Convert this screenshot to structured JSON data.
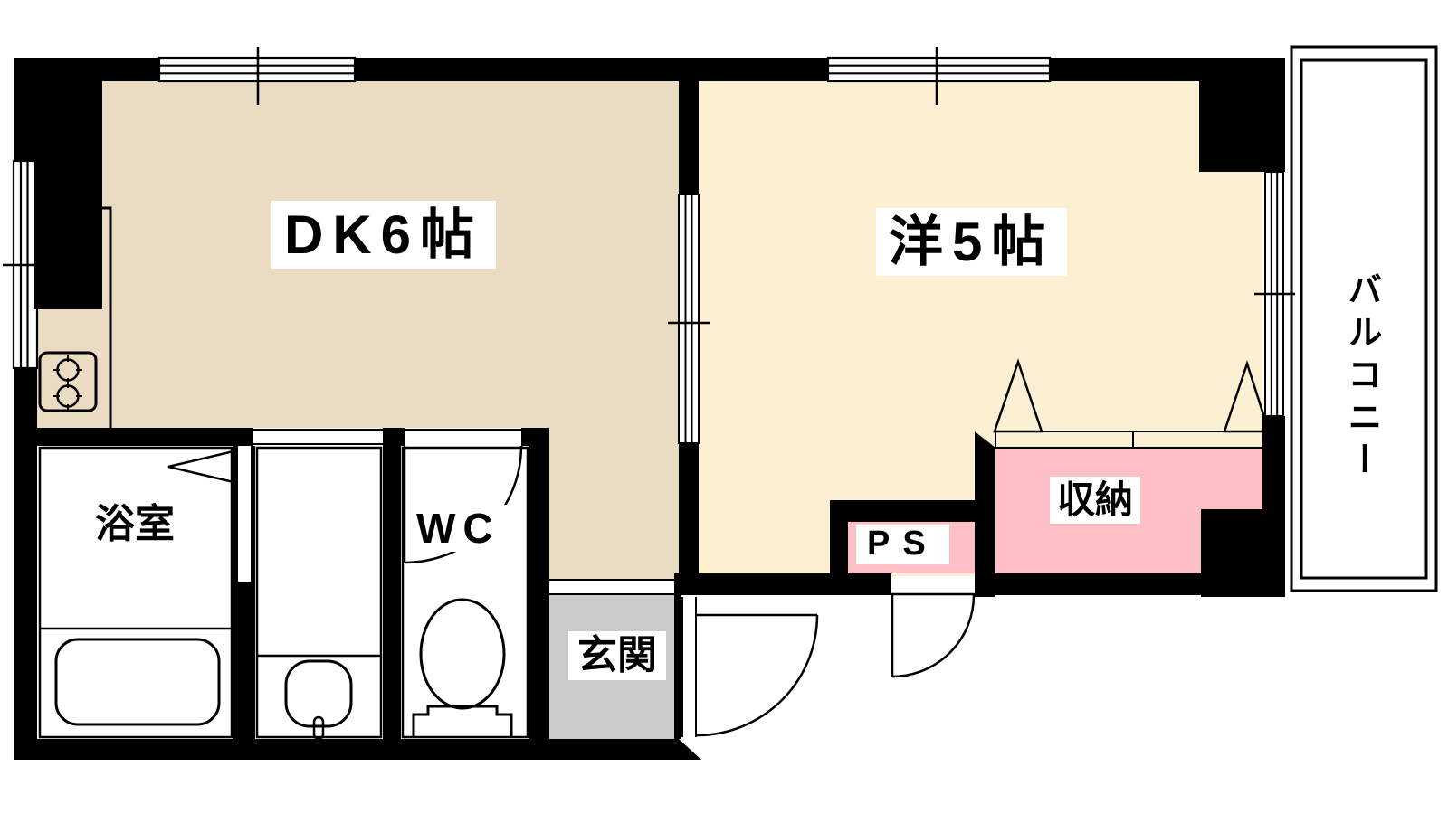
{
  "colors": {
    "wall": "#000000",
    "dk": "#EADCC3",
    "western": "#FBF0D2",
    "wet": "#DBE9FA",
    "pink": "#FFBFC6",
    "gray": "#CBCBCB",
    "bg": "#FFFFFF"
  },
  "rooms": {
    "dk": {
      "label": "DK6帖"
    },
    "western": {
      "label": "洋5帖"
    },
    "balcony": {
      "label": "バルコニー"
    },
    "bathroom": {
      "label": "浴室"
    },
    "wc": {
      "label": "WC"
    },
    "entrance": {
      "label": "玄関"
    },
    "ps": {
      "label": "PS"
    },
    "storage": {
      "label": "収納"
    }
  }
}
